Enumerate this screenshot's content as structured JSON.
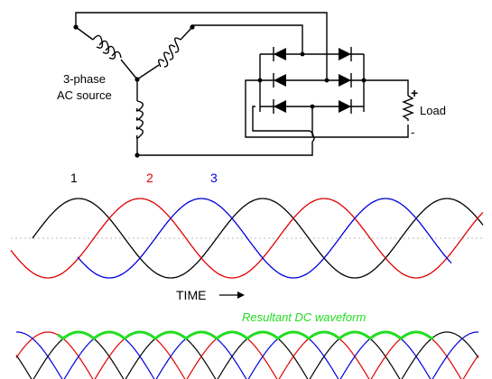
{
  "circuit": {
    "source_label_line1": "3-phase",
    "source_label_line2": "AC source",
    "load_label": "Load",
    "load_plus": "+",
    "load_minus": "-"
  },
  "phases": {
    "label_1": "1",
    "label_2": "2",
    "label_3": "3",
    "colors": [
      "#000000",
      "#e00000",
      "#0000dd"
    ]
  },
  "time_label": "TIME",
  "dc_label": "Resultant DC waveform",
  "dc_color": "#22dd22",
  "chart_data": [
    {
      "type": "line",
      "series": [
        {
          "name": "1",
          "phase_degrees": 0
        },
        {
          "name": "2",
          "phase_degrees": -120
        },
        {
          "name": "3",
          "phase_degrees": -240
        }
      ],
      "cycles_shown": 2.4
    },
    {
      "type": "line",
      "title": "Resultant DC waveform",
      "series": [
        {
          "phase_degrees": 0
        },
        {
          "phase_degrees": -120
        },
        {
          "phase_degrees": -240
        },
        {
          "name": "Resultant DC waveform",
          "function": "max of absolute values"
        }
      ]
    }
  ]
}
